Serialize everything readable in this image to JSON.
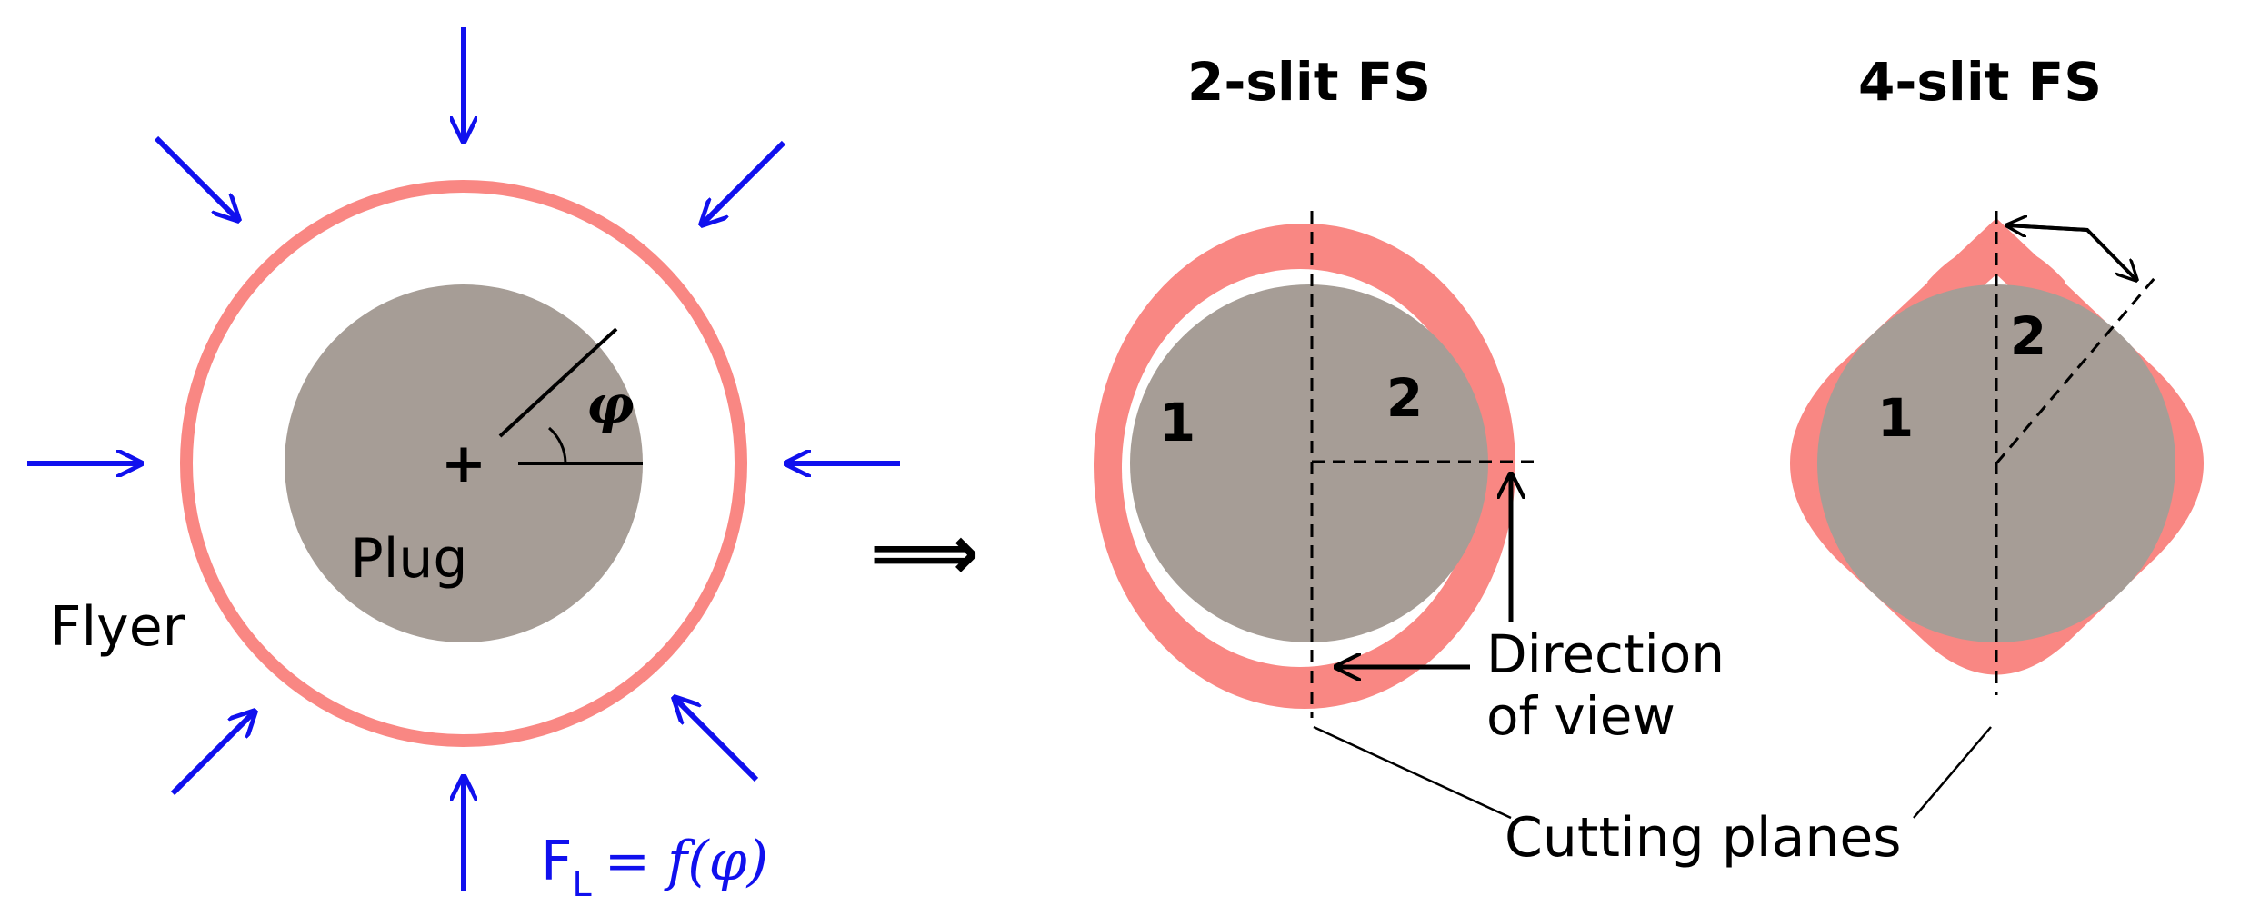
{
  "left_panel": {
    "flyer_label": "Flyer",
    "plug_label": "Plug",
    "angle_symbol": "φ",
    "center_mark": "+",
    "formula": {
      "lhs": "F",
      "subscript": "L",
      "rhs": "= f(φ)"
    }
  },
  "implies_symbol": "⟹",
  "panel_2slit": {
    "title": "2-slit FS",
    "region_1": "1",
    "region_2": "2",
    "direction_label_line1": "Direction",
    "direction_label_line2": "of view"
  },
  "panel_4slit": {
    "title": "4-slit FS",
    "region_1": "1",
    "region_2": "2"
  },
  "cutting_planes_label": "Cutting planes",
  "colors": {
    "flyer": "#f98783",
    "plug": "#a69d96",
    "force_arrows": "#1010ee",
    "lines": "#000000"
  }
}
